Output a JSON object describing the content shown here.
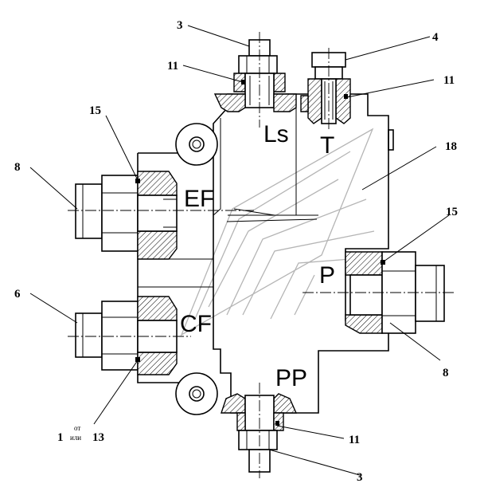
{
  "ports": {
    "ls": "Ls",
    "t": "T",
    "ef": "EF",
    "p": "P",
    "cf": "CF",
    "pp": "PP"
  },
  "callouts": {
    "top_left_3": "3",
    "top_left_11": "11",
    "top_right_4": "4",
    "top_right_11": "11",
    "left_15": "15",
    "right_18": "18",
    "left_8": "8",
    "right_15": "15",
    "left_6": "6",
    "right_8": "8",
    "bottom_left_1": "1",
    "bottom_left_or": "от",
    "bottom_left_ili": "или",
    "bottom_left_13": "13",
    "bottom_11": "11",
    "bottom_3": "3"
  }
}
